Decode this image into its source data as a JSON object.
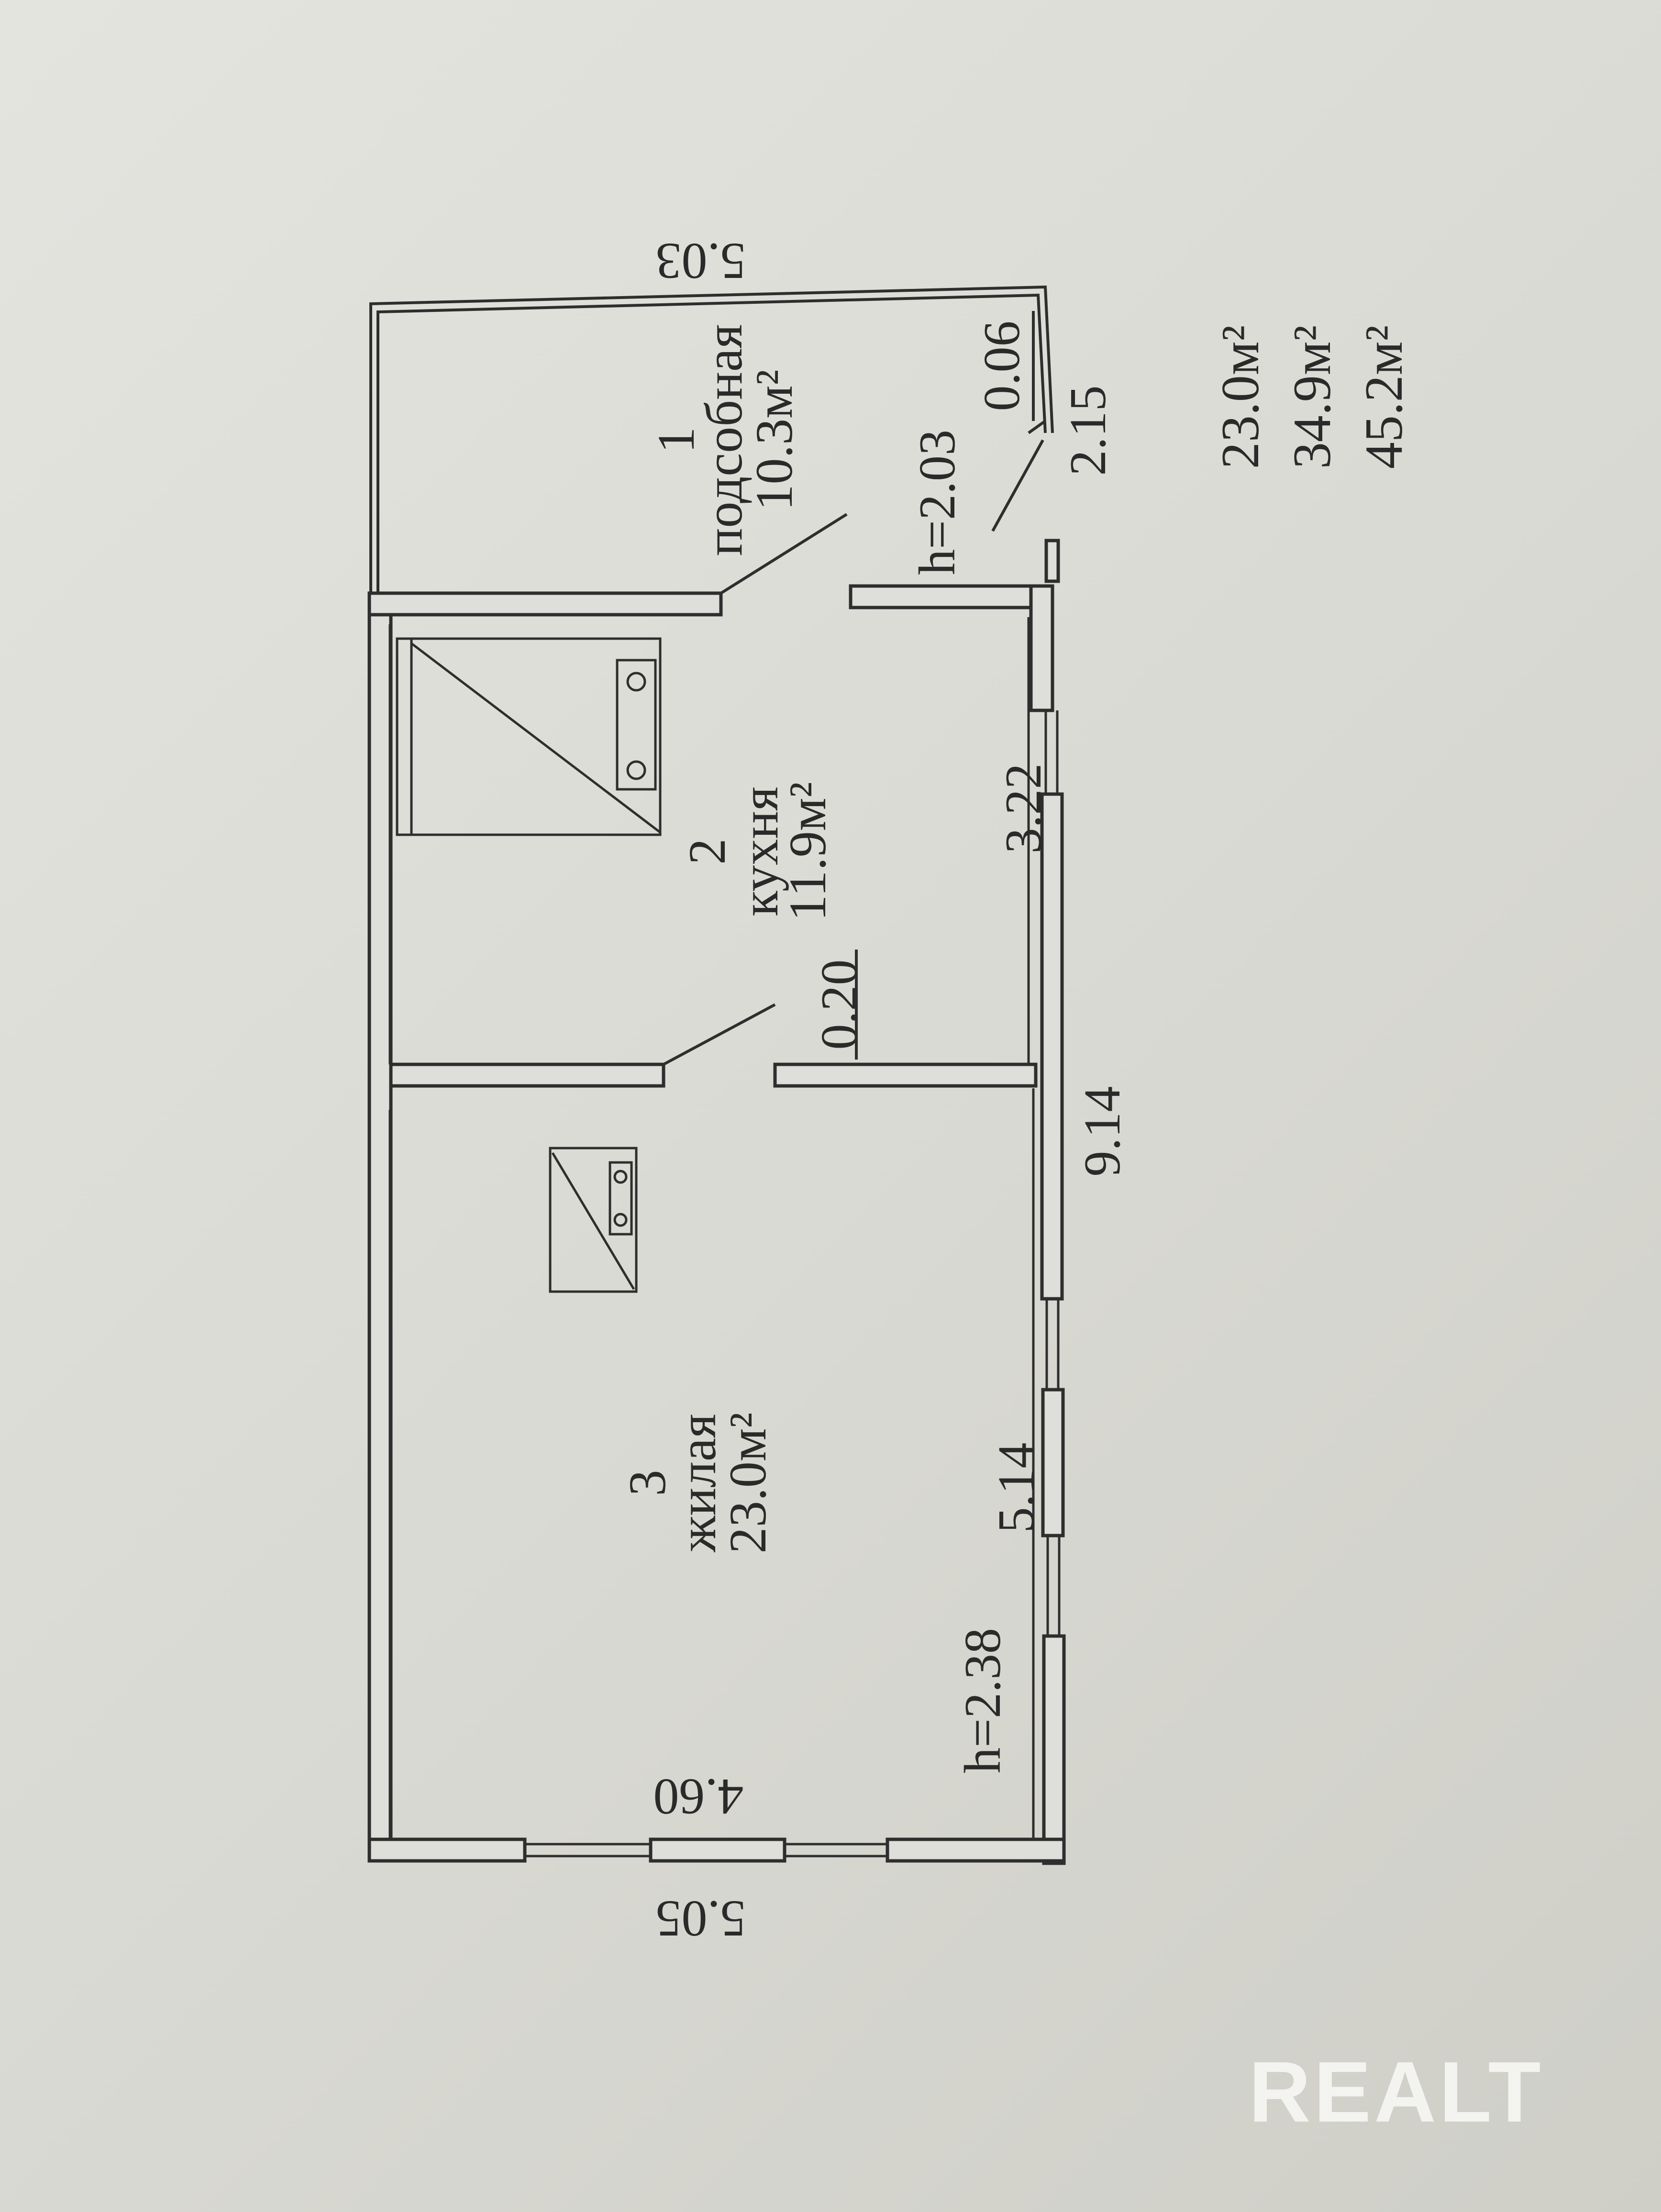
{
  "plan": {
    "rooms": [
      {
        "number": "1",
        "name": "подсобная",
        "area": "10.3м²"
      },
      {
        "number": "2",
        "name": "кухня",
        "area": "11.9м²"
      },
      {
        "number": "3",
        "name": "жилая",
        "area": "23.0м²"
      }
    ],
    "dimensions": {
      "top_width": "5.03",
      "bottom_outer": "5.05",
      "bottom_inner": "4.60",
      "total_length": "9.14",
      "kitchen_length": "3.22",
      "living_length": "5.14",
      "utility_side": "2.15",
      "utility_offset": "0.06",
      "partition": "0.20",
      "height_utility": "h=2.03",
      "height_living": "h=2.38"
    },
    "totals": [
      "23.0м²",
      "34.9м²",
      "45.2м²"
    ]
  },
  "watermark": "REALT"
}
